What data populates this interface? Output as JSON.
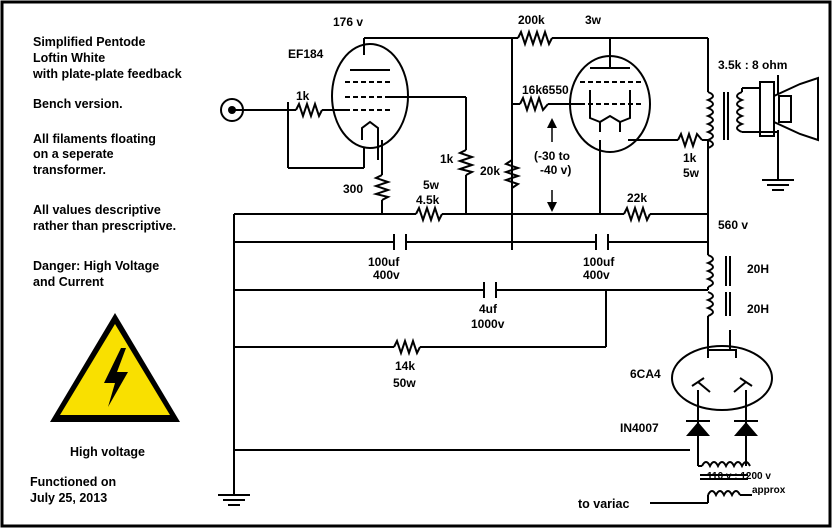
{
  "notes": [
    "Simplified Pentode",
    "Loftin White",
    "with plate-plate feedback",
    "Bench version.",
    "All filaments floating",
    "on a seperate",
    "transformer.",
    "All values descriptive",
    "rather than prescriptive.",
    "Danger:  High Voltage",
    "and Current"
  ],
  "warning_caption": "High voltage",
  "footer": [
    "Functioned on",
    "July 25, 2013"
  ],
  "variac_label": "to variac",
  "parts": {
    "v176": "176 v",
    "ef184": "EF184",
    "r1k_grid": "1k",
    "r300": "300",
    "r1k_screen": "1k",
    "r5w": "5w",
    "r4_5k": "4.5k",
    "r200k": "200k",
    "r3w": "3w",
    "t6550": "6550",
    "r16k": "16k",
    "r20k": "20k",
    "bias1": "(-30 to",
    "bias2": "-40 v)",
    "r22k": "22k",
    "r1k_out": "1k",
    "r5w_out": "5w",
    "otx": "3.5k : 8 ohm",
    "v560": "560 v",
    "c1a": "100uf",
    "c1b": "400v",
    "c2a": "100uf",
    "c2b": "400v",
    "c3a": "4uf",
    "c3b": "1000v",
    "r14k": "14k",
    "r50w": "50w",
    "l1": "20H",
    "l2": "20H",
    "rect": "6CA4",
    "diode": "IN4007",
    "ptx1": "110 v : 1200 v",
    "ptx2": "approx"
  }
}
